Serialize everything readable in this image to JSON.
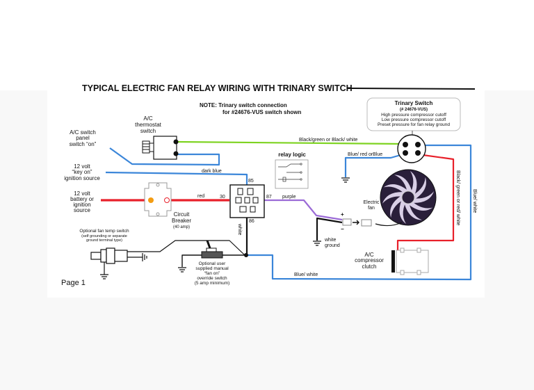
{
  "title": "TYPICAL ELECTRIC FAN RELAY WIRING WITH TRINARY SWITCH",
  "note": {
    "line1": "NOTE:  Trinary switch connection",
    "line2": "for #24676-VUS switch shown"
  },
  "trinary": {
    "title": "Trinary Switch",
    "part": "(# 24676-VUS)",
    "lines": [
      "High pressure compressor cutoff",
      "Low pressure compressor cutoff",
      "Preset pressure for fan relay ground"
    ]
  },
  "labels": {
    "ac_switch": [
      "A/C switch",
      "panel",
      "switch “on”"
    ],
    "key_on": [
      "12 volt",
      "“key on”",
      "ignition source"
    ],
    "battery": [
      "12 volt",
      "battery or",
      "ignition",
      "source"
    ],
    "thermostat": [
      "A/C",
      "thermostat",
      "switch"
    ],
    "breaker": [
      "Circuit",
      "Breaker",
      "(40 amp)"
    ],
    "relay_logic": "relay logic",
    "electric_fan": [
      "Electric",
      "fan"
    ],
    "white_ground": [
      "white",
      "ground"
    ],
    "compressor": [
      "A/C",
      "compressor",
      "clutch"
    ],
    "fan_temp": [
      "Optional fan temp switch",
      "(self grounding or separate",
      "ground terminal type)"
    ],
    "override": [
      "Optional user",
      "supplied manual",
      "“fan on”",
      "override switch",
      "(5 amp minimum)"
    ],
    "page": "Page 1",
    "plus": "+",
    "minus": "−"
  },
  "wires": {
    "green": "Black/green or Black/ white",
    "dark_blue": "dark blue",
    "red": "red",
    "purple": "purple",
    "white": "white",
    "blue_red": "Blue/ red orBlue",
    "black_green_red": "Black/ green or red/ white",
    "blue_white_bottom": "Blue/ white",
    "blue_white_side": "Blue/ white"
  },
  "pins": {
    "p30": "30",
    "p85": "85",
    "p86": "86",
    "p87": "87"
  },
  "colors": {
    "green": "#7ed321",
    "blue": "#3b86d9",
    "red": "#e8202a",
    "purple": "#9b6bd6",
    "black": "#111111"
  }
}
